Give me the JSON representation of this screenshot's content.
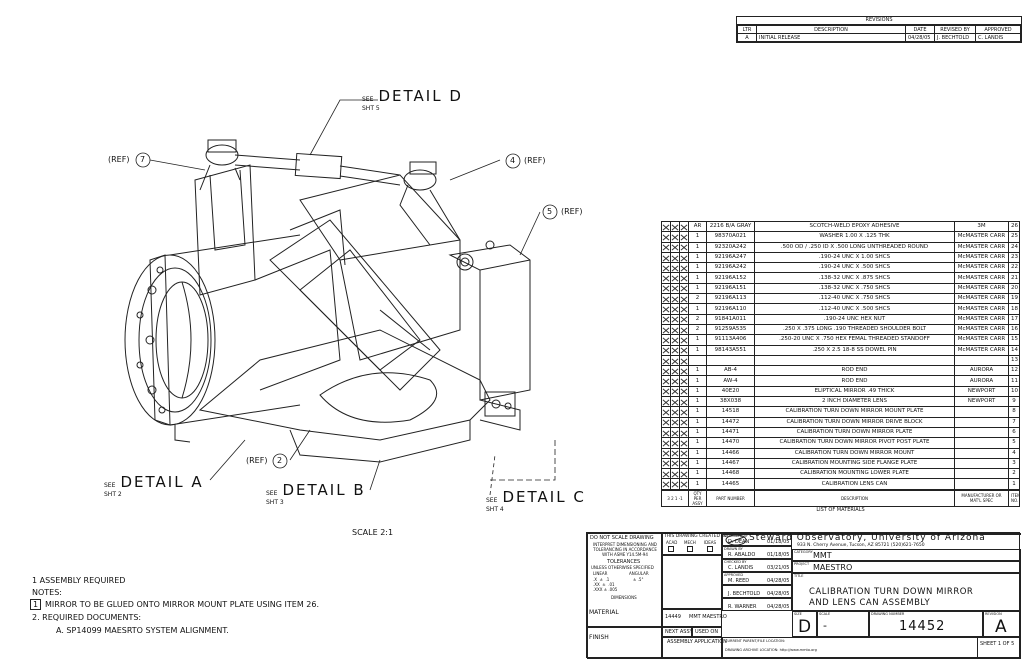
{
  "revisions": {
    "title": "REVISIONS",
    "headers": [
      "LTR",
      "DESCRIPTION",
      "DATE",
      "REVISED BY",
      "APPROVED"
    ],
    "rows": [
      [
        "A",
        "INITIAL RELEASE",
        "04/28/05",
        "J. BECHTOLD",
        "C. LANDIS"
      ]
    ]
  },
  "callouts": {
    "detail_d": {
      "see": "SEE",
      "label": "DETAIL D",
      "sht": "SHT 5"
    },
    "detail_a": {
      "see": "SEE",
      "label": "DETAIL A",
      "sht": "SHT 2"
    },
    "detail_b": {
      "see": "SEE",
      "label": "DETAIL B",
      "sht": "SHT 3"
    },
    "detail_c": {
      "see": "SEE",
      "label": "DETAIL C",
      "sht": "SHT 4"
    },
    "ref7": {
      "pre": "(REF)",
      "num": "7"
    },
    "ref4": {
      "num": "4",
      "post": "(REF)"
    },
    "ref5": {
      "num": "5",
      "post": "(REF)"
    },
    "ref2": {
      "pre": "(REF)",
      "num": "2"
    }
  },
  "scale": "SCALE 2:1",
  "notes": {
    "line1": "1 ASSEMBLY REQUIRED",
    "title": "NOTES:",
    "n1_num": "1",
    "n1": "MIRROR TO BE GLUED ONTO MIRROR MOUNT PLATE USING ITEM 26.",
    "n2": "2. REQUIRED DOCUMENTS:",
    "n2a": "A. SP14099 MAESRTO SYSTEM ALIGNMENT."
  },
  "bom": {
    "rows": [
      [
        "AR",
        "2216 B/A GRAY",
        "SCOTCH-WELD EPOXY ADHESIVE",
        "3M",
        "26"
      ],
      [
        "1",
        "98370A021",
        "WASHER 1.00 X .125 THK",
        "McMASTER CARR",
        "25"
      ],
      [
        "1",
        "92320A242",
        ".500 OD / .250 ID X .500 LONG UNTHREADED ROUND",
        "McMASTER CARR",
        "24"
      ],
      [
        "1",
        "92196A247",
        ".190-24 UNC X 1.00 SHCS",
        "McMASTER CARR",
        "23"
      ],
      [
        "1",
        "92196A242",
        ".190-24 UNC X .500 SHCS",
        "McMASTER CARR",
        "22"
      ],
      [
        "1",
        "92196A152",
        ".138-32 UNC X .875 SHCS",
        "McMASTER CARR",
        "21"
      ],
      [
        "1",
        "92196A151",
        ".138-32 UNC X .750 SHCS",
        "McMASTER CARR",
        "20"
      ],
      [
        "2",
        "92196A113",
        ".112-40 UNC X .750 SHCS",
        "McMASTER CARR",
        "19"
      ],
      [
        "1",
        "92196A110",
        ".112-40 UNC X .500 SHCS",
        "McMASTER CARR",
        "18"
      ],
      [
        "2",
        "91841A011",
        ".190-24 UNC HEX NUT",
        "McMASTER CARR",
        "17"
      ],
      [
        "2",
        "91259A535",
        ".250 X .375 LONG .190 THREADED SHOULDER BOLT",
        "McMASTER CARR",
        "16"
      ],
      [
        "1",
        "91113A406",
        ".250-20 UNC X .750 HEX FEMAL THREADED STANDOFF",
        "McMASTER CARR",
        "15"
      ],
      [
        "1",
        "98143A551",
        ".250 X 2.5 18-8 SS DOWEL PIN",
        "McMASTER CARR",
        "14"
      ],
      [
        "",
        "",
        "",
        "",
        "13"
      ],
      [
        "1",
        "AB-4",
        "ROD END",
        "AURORA",
        "12"
      ],
      [
        "1",
        "AW-4",
        "ROD END",
        "AURORA",
        "11"
      ],
      [
        "1",
        "40E20",
        "ELIPTICAL MIRROR .49 THICK",
        "NEWPORT",
        "10"
      ],
      [
        "1",
        "38X038",
        "2 INCH DIAMETER LENS",
        "NEWPORT",
        "9"
      ],
      [
        "1",
        "14518",
        "CALIBRATION TURN DOWN MIRROR MOUNT PLATE",
        "",
        "8"
      ],
      [
        "1",
        "14472",
        "CALIBRATION TURN DOWN MIRROR DRIVE BLOCK",
        "",
        "7"
      ],
      [
        "1",
        "14471",
        "CALIBRATION TURN DOWN MIRROR PLATE",
        "",
        "6"
      ],
      [
        "1",
        "14470",
        "CALIBRATION TURN DOWN MIRROR PIVOT POST PLATE",
        "",
        "5"
      ],
      [
        "1",
        "14466",
        "CALIBRATION TURN DOWN MIRROR MOUNT",
        "",
        "4"
      ],
      [
        "1",
        "14467",
        "CALIBRATION MOUNTING SIDE FLANGE PLATE",
        "",
        "3"
      ],
      [
        "1",
        "14468",
        "CALIBRATION MOUNTING LOWER PLATE",
        "",
        "2"
      ],
      [
        "1",
        "14465",
        "CALIBRATION LENS CAN",
        "",
        "1"
      ]
    ],
    "footer": {
      "qty": "QTY PER ASSY",
      "part": "PART NUMBER",
      "desc": "DESCRIPTION",
      "mfr": "MANUFACTURER OR MAT'L SPEC",
      "item": "ITEM NO.",
      "list": "LIST OF MATERIALS",
      "dash": "3  2  1  -1"
    }
  },
  "titleblock": {
    "do_not_scale": "DO NOT SCALE DRAWING",
    "interpret": "INTERPRET DIMENSIONING AND TOLERANCING IN ACCORDANCE WITH ASME Y14.5M-94",
    "tolerances": "TOLERANCES",
    "unless": "UNLESS OTHERWISE SPECIFIED",
    "linear": "LINEAR",
    "angular": "ANGULAR",
    "lin_vals": ".X  ±  .1\n.XX  ±  .01\n.XXX ± .005",
    "ang_val": "± .5°",
    "dims": "DIMENSIONS",
    "material": "MATERIAL",
    "finish": "FINISH",
    "created_in": "THIS DRAWING CREATED IN:",
    "acad": "ACAD",
    "mech": "MECH",
    "ideas": "IDEAS",
    "designed_by_l": "DESIGNED BY",
    "designed_by": "D. DEAN",
    "d1": "01/18/05",
    "drawn_by_l": "DRAWN BY",
    "drawn_by": "R. ABALDO",
    "d2": "01/18/05",
    "checked_by_l": "CHECKED BY",
    "checked_by": "C. LANDIS",
    "d3": "03/21/05",
    "approved_l": "APPROVED",
    "approved1": "M. REED",
    "d4": "04/28/05",
    "approved2": "J. BECHTOLD",
    "d5": "04/28/05",
    "approved3": "R. WARNER",
    "d6": "04/28/05",
    "category_l": "CATEGORY",
    "category": "MMT",
    "project_l": "PROJECT",
    "project": "MAESTRO",
    "title_l": "TITLE",
    "title": "CALIBRATION TURN DOWN MIRROR",
    "title2": "AND LENS CAN ASSEMBLY",
    "org": "Steward Observatory, University of Arizona",
    "address": "933 N. Cherry Avenue, Tucson, AZ  85721   (520)621-7650",
    "next_assy_num": "14449",
    "next_assy_name": "MMT MAESTRO",
    "next_assy": "NEXT ASSY",
    "used_on": "USED ON",
    "assembly_app": "ASSEMBLY APPLICATION",
    "size_l": "SIZE",
    "size": "D",
    "scale_l": "SCALE",
    "scale": "-",
    "dwg_l": "DRAWING NUMBER",
    "dwg": "14452",
    "rev_l": "REVISION",
    "rev": "A",
    "sheet": "SHEET 1 OF 5",
    "archive1": "CURRENT PARENT/FILE LOCATION:",
    "archive2": "DRAWING ARCHIVE LOCATION: http://www.mmto.org"
  }
}
